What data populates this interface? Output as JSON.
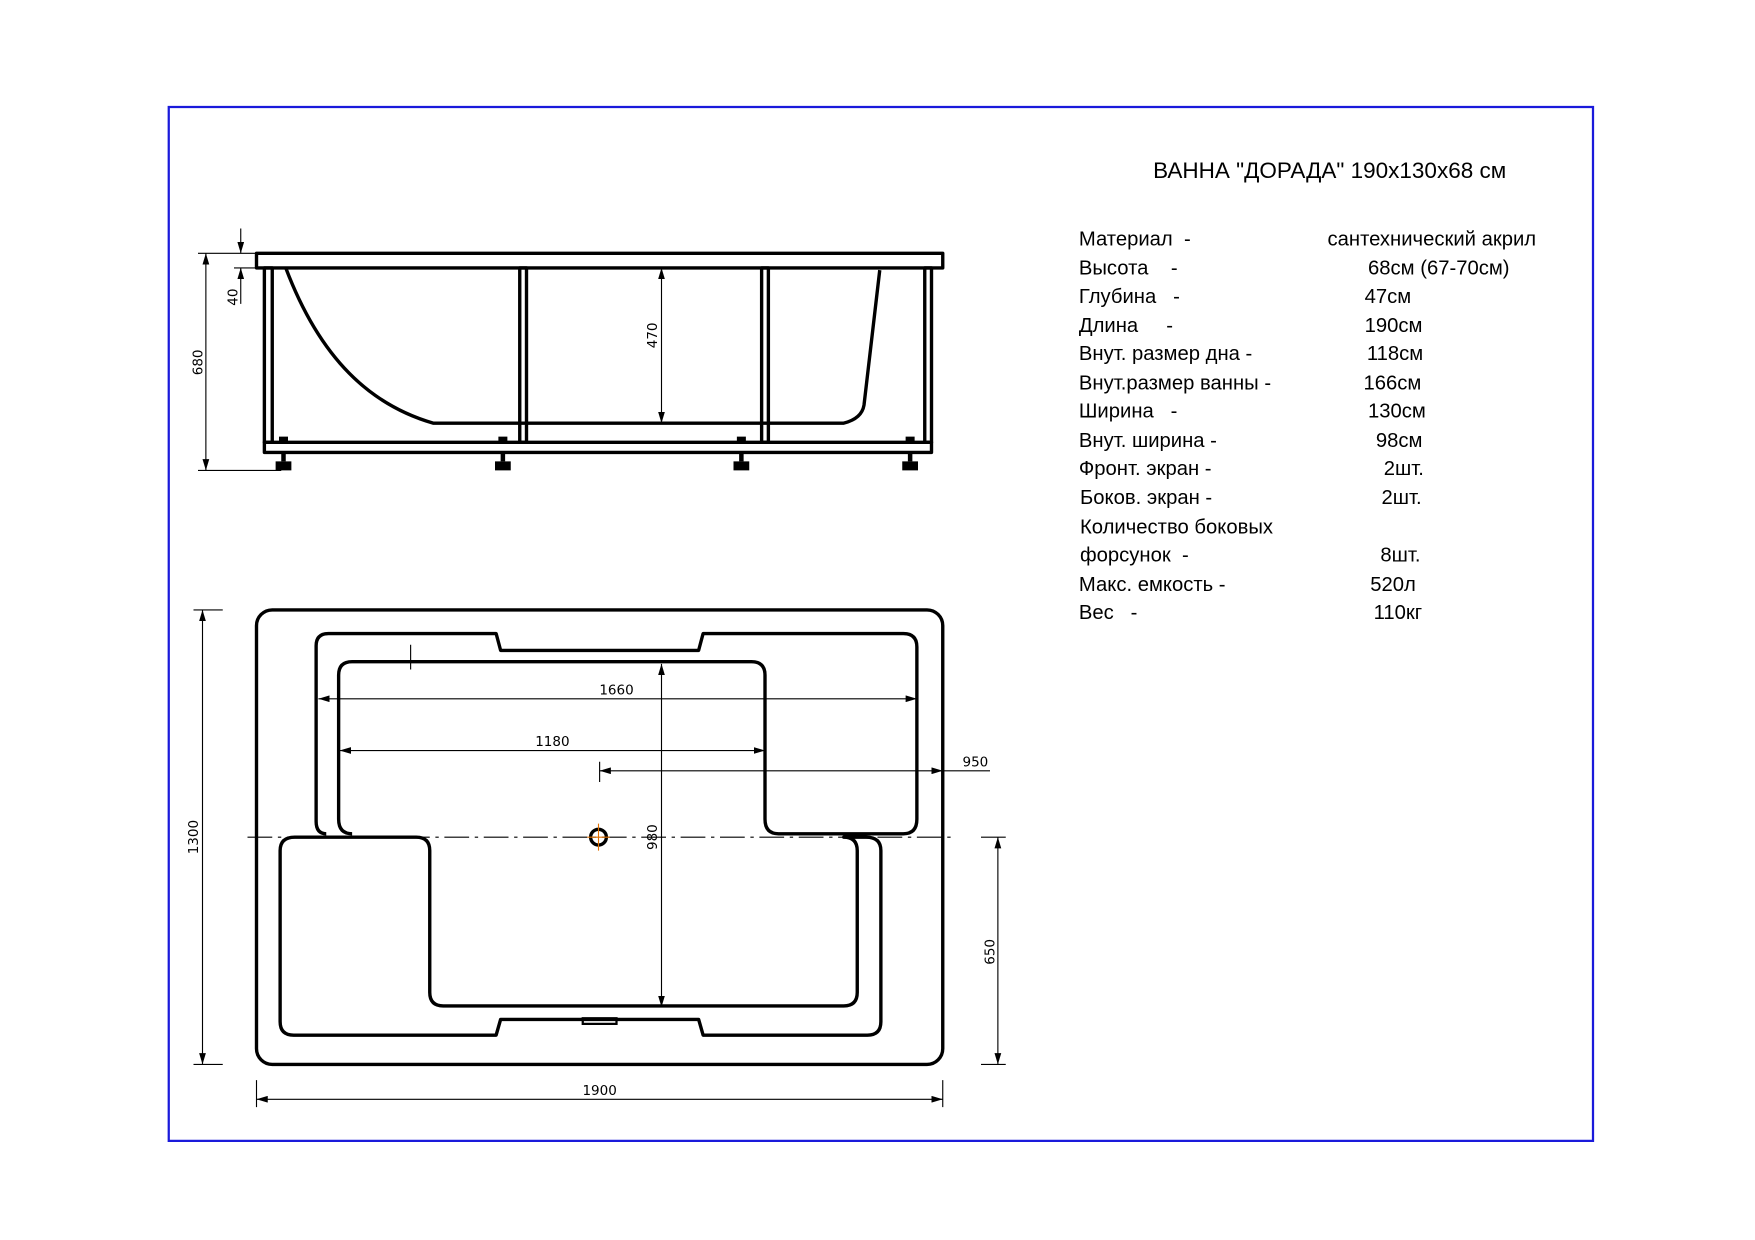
{
  "title": "ВАННА \"ДОРАДА\" 190x130x68 см",
  "specs": [
    {
      "label": "Материал  -",
      "value": "сантехнический акрил"
    },
    {
      "label": "Высота    -",
      "value": "68см (67-70см)"
    },
    {
      "label": "Глубина   -",
      "value": "47см"
    },
    {
      "label": "Длина     -",
      "value": "190см"
    },
    {
      "label": "Внут. размер дна -",
      "value": "118см"
    },
    {
      "label": "Внут.размер ванны -",
      "value": "166см"
    },
    {
      "label": "Ширина   -",
      "value": "130см"
    },
    {
      "label": "Внут. ширина -",
      "value": "98см"
    },
    {
      "label": "Фронт. экран -",
      "value": "2шт."
    },
    {
      "label": "Боков. экран -",
      "value": "2шт."
    },
    {
      "label": "Количество боковых",
      "value": ""
    },
    {
      "label": "форсунок  -",
      "value": "8шт."
    },
    {
      "label": "Макс. емкость -",
      "value": "520л"
    },
    {
      "label": "Вес   -",
      "value": "110кг"
    }
  ],
  "dimensions": {
    "side_height": "680",
    "rim": "40",
    "depth": "470",
    "width": "1300",
    "inner_length": "1660",
    "bottom_length": "1180",
    "drain_offset": "950",
    "inner_width": "980",
    "half_width": "650",
    "length": "1900"
  },
  "colors": {
    "border": "#1a1adb",
    "drain_cross": "#e07000"
  }
}
